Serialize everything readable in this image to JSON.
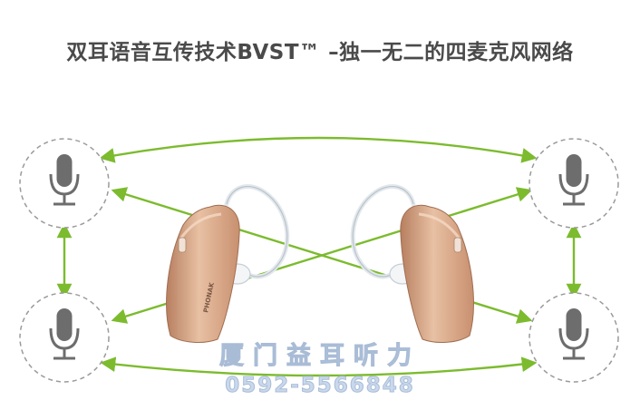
{
  "title": "双耳语音互传技术BVST™ –独一无二的四麦克风网络",
  "hearing_aid_brand": "PHONAK",
  "watermark": {
    "line1": "厦门益耳听力",
    "line2": "0592-5566848"
  },
  "colors": {
    "arrow": "#7cbb2e",
    "mic": "#6d6d6d",
    "circle_border": "#9a9a9a",
    "hearing_aid": "#d9a98a"
  }
}
